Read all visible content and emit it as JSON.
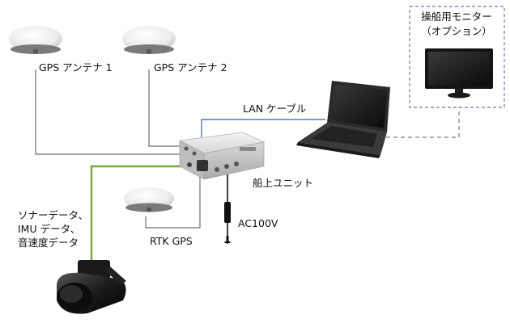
{
  "labels": {
    "gps_antenna_1": "GPS アンテナ 1",
    "gps_antenna_2": "GPS アンテナ 2",
    "lan_cable": "LAN ケーブル",
    "onboard_unit": "船上ユニット",
    "ac_power": "AC100V",
    "rtk_gps": "RTK GPS",
    "sensor_data_lines": [
      "ソナーデータ、",
      "IMU データ、",
      "音速度データ"
    ],
    "monitor_title_lines": [
      "操船用モニター",
      "（オプション）"
    ]
  },
  "colors": {
    "gray_line": "#6e6e6e",
    "lan_blue": "#4a7fc0",
    "sensor_green": "#7aa838",
    "option_border": "#8e8ab8",
    "dashed_line": "#7f7f7f"
  }
}
